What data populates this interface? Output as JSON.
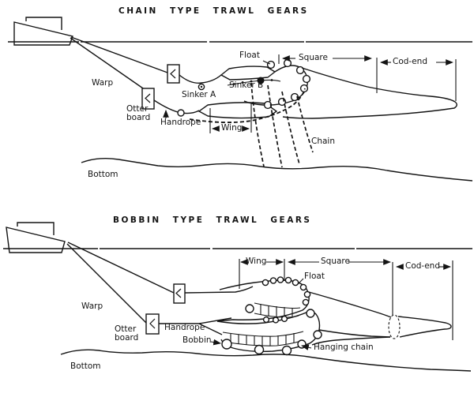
{
  "page": {
    "background": "#ffffff",
    "ink": "#141414"
  },
  "top_diagram": {
    "title": "CHAIN TYPE TRAWL GEARS",
    "labels": {
      "warp": "Warp",
      "otter_line1": "Otter",
      "otter_line2": "board",
      "handrope": "Handrope",
      "sinker_a": "Sinker A",
      "sinker_b": "Sinker B",
      "float": "Float",
      "square": "Square",
      "cod_end": "Cod-end",
      "wing": "Wing",
      "chain": "Chain",
      "bottom": "Bottom"
    }
  },
  "bottom_diagram": {
    "title": "BOBBIN TYPE TRAWL GEARS",
    "labels": {
      "warp": "Warp",
      "otter_line1": "Otter",
      "otter_line2": "board",
      "handrope": "Handrope",
      "bobbin": "Bobbin",
      "wing": "Wing",
      "square": "Square",
      "cod_end": "Cod-end",
      "float": "Float",
      "hanging_chain": "Hanging chain",
      "bottom": "Bottom"
    }
  }
}
